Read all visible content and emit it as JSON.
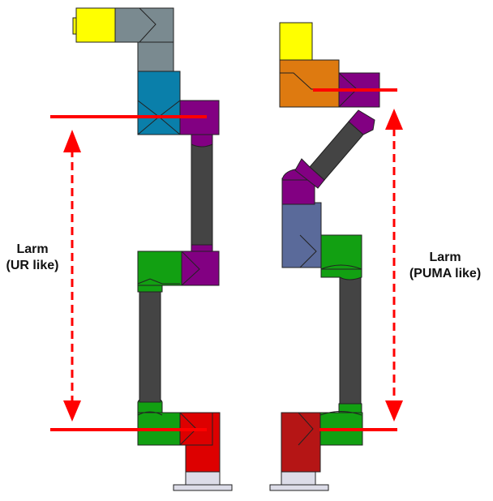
{
  "labels": {
    "left": {
      "line1": "Larm",
      "line2": "(UR like)"
    },
    "right": {
      "line1": "Larm",
      "line2": "(PUMA like)"
    }
  },
  "colors": {
    "yellow": "#FFFF00",
    "gray": "#7A8A90",
    "blue": "#0A7FAA",
    "purple": "#820082",
    "green": "#12A012",
    "dark": "#444444",
    "red": "#DD0000",
    "dark_red": "#B51515",
    "orange": "#DE7A10",
    "slate": "#5A6A9A",
    "base": "#DCDCE8",
    "annotation": "#FF0000"
  }
}
